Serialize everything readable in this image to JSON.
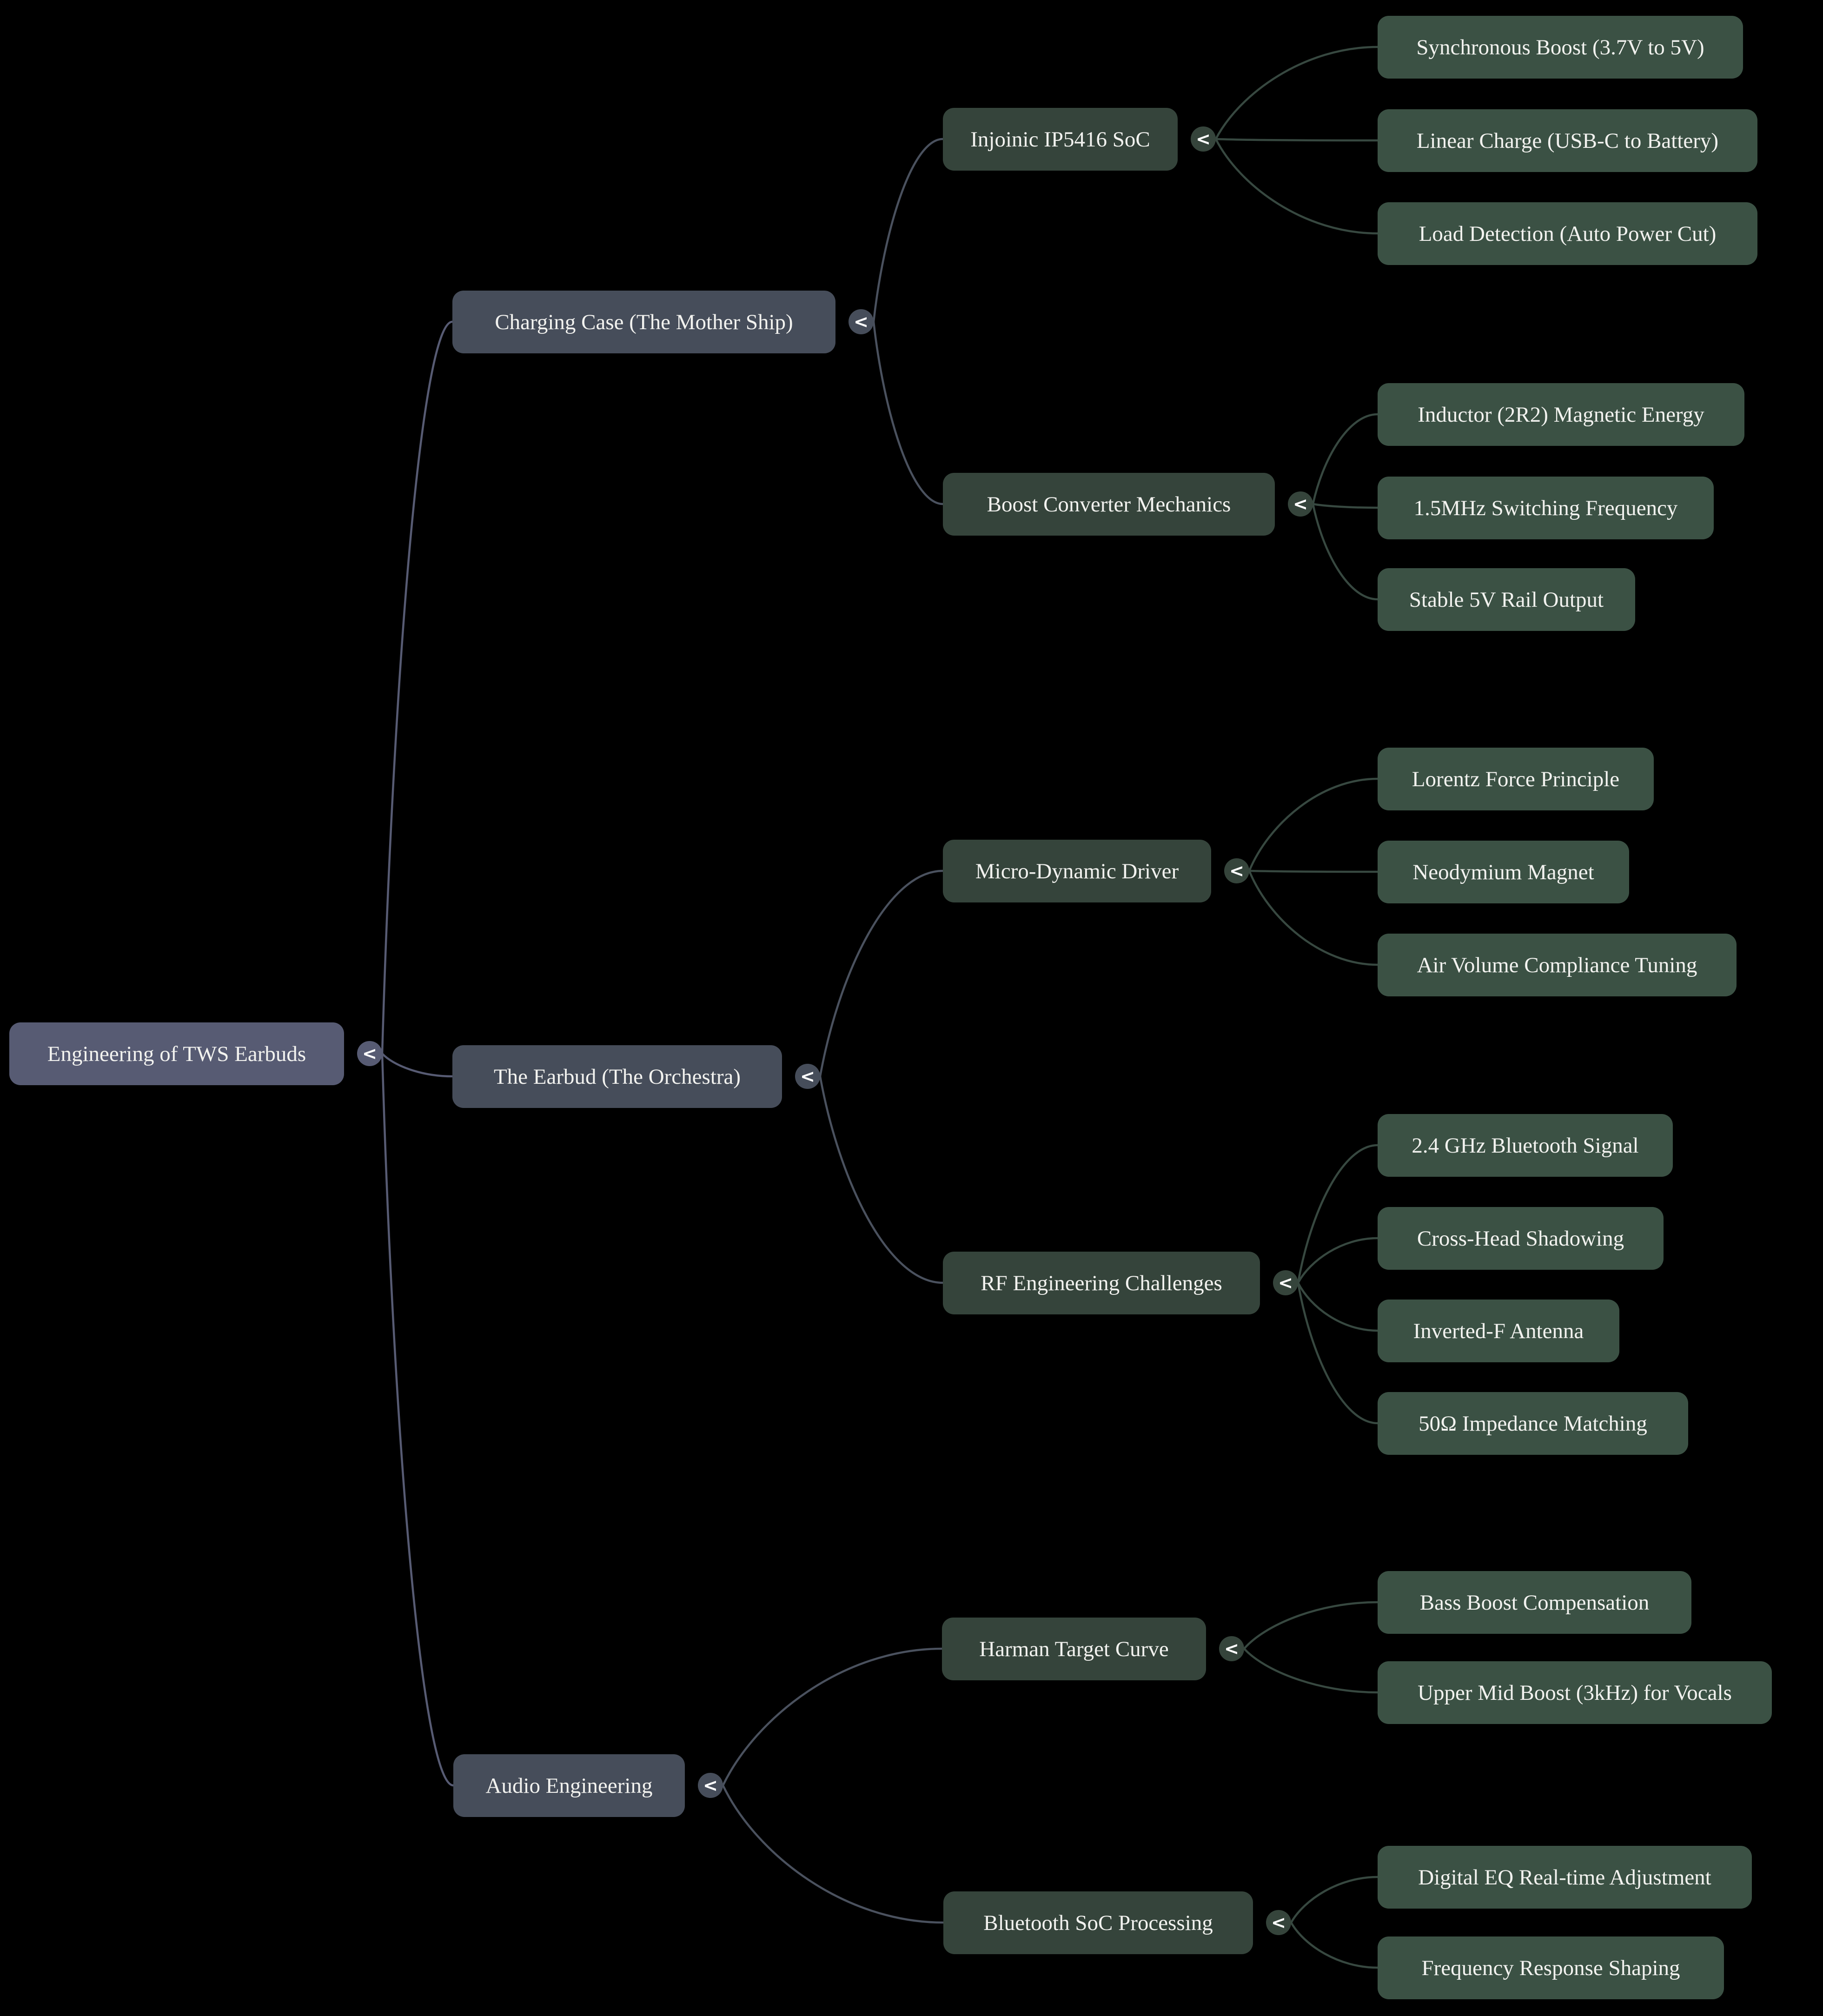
{
  "ui": {
    "toggle_glyph": "<",
    "background": "#000000"
  },
  "palette": {
    "root_node": "#575b73",
    "level1_node": "#464d5a",
    "level2_node": "#35443b",
    "level3_node": "#3b5144",
    "text": "#f2f2ef",
    "edge_root": "#575b73",
    "edge_level1": "#4a515e",
    "edge_level2": "#374840"
  },
  "tree": {
    "label": "Engineering of TWS Earbuds",
    "children": [
      {
        "label": "Charging Case (The Mother Ship)",
        "children": [
          {
            "label": "Injoinic IP5416 SoC",
            "children": [
              {
                "label": "Synchronous Boost (3.7V to 5V)"
              },
              {
                "label": "Linear Charge (USB-C to Battery)"
              },
              {
                "label": "Load Detection (Auto Power Cut)"
              }
            ]
          },
          {
            "label": "Boost Converter Mechanics",
            "children": [
              {
                "label": "Inductor (2R2) Magnetic Energy"
              },
              {
                "label": "1.5MHz Switching Frequency"
              },
              {
                "label": "Stable 5V Rail Output"
              }
            ]
          }
        ]
      },
      {
        "label": "The Earbud (The Orchestra)",
        "children": [
          {
            "label": "Micro-Dynamic Driver",
            "children": [
              {
                "label": "Lorentz Force Principle"
              },
              {
                "label": "Neodymium Magnet"
              },
              {
                "label": "Air Volume Compliance Tuning"
              }
            ]
          },
          {
            "label": "RF Engineering Challenges",
            "children": [
              {
                "label": "2.4 GHz Bluetooth Signal"
              },
              {
                "label": "Cross-Head Shadowing"
              },
              {
                "label": "Inverted-F Antenna"
              },
              {
                "label": "50Ω Impedance Matching"
              }
            ]
          }
        ]
      },
      {
        "label": "Audio Engineering",
        "children": [
          {
            "label": "Harman Target Curve",
            "children": [
              {
                "label": "Bass Boost Compensation"
              },
              {
                "label": "Upper Mid Boost (3kHz) for Vocals"
              }
            ]
          },
          {
            "label": "Bluetooth SoC Processing",
            "children": [
              {
                "label": "Digital EQ Real-time Adjustment"
              },
              {
                "label": "Frequency Response Shaping"
              }
            ]
          }
        ]
      }
    ]
  }
}
